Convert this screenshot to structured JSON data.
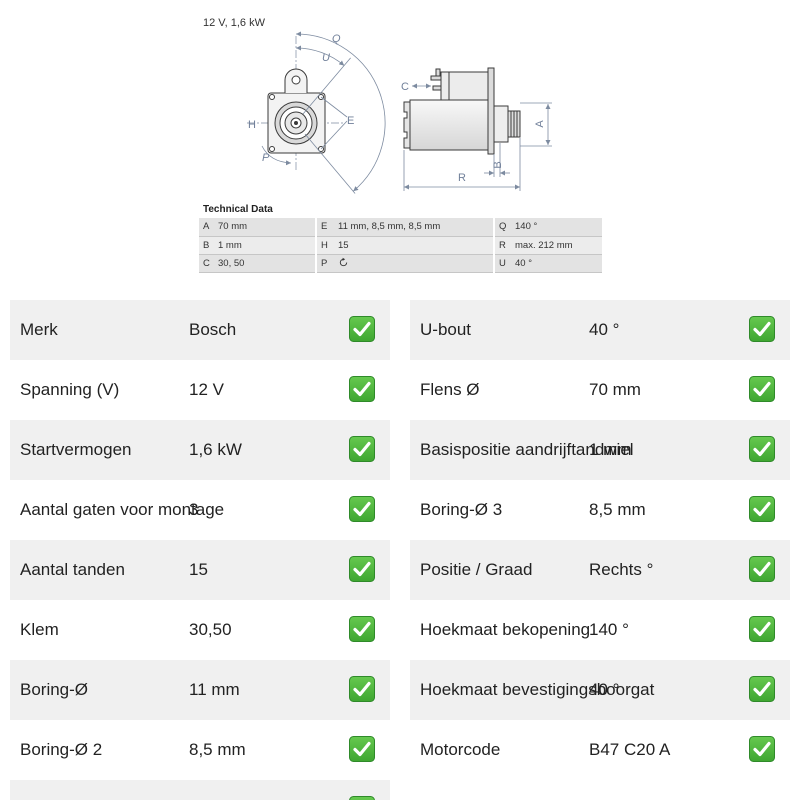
{
  "drawing": {
    "caption": "12 V, 1,6 kW",
    "labels": [
      "Q",
      "U",
      "H",
      "E",
      "P",
      "C",
      "A",
      "B",
      "R"
    ]
  },
  "tech_table": {
    "title": "Technical Data",
    "rows": [
      [
        {
          "k": "A",
          "v": "70 mm"
        },
        {
          "k": "E",
          "v": "11 mm, 8,5 mm, 8,5 mm"
        },
        {
          "k": "Q",
          "v": "140 °"
        }
      ],
      [
        {
          "k": "B",
          "v": "1 mm"
        },
        {
          "k": "H",
          "v": "15"
        },
        {
          "k": "R",
          "v": "max. 212 mm"
        }
      ],
      [
        {
          "k": "C",
          "v": "30, 50"
        },
        {
          "k": "P",
          "icon": "clockwise-rotation-icon"
        },
        {
          "k": "U",
          "v": "40 °"
        }
      ]
    ]
  },
  "specs": {
    "left": [
      {
        "label": "Merk",
        "value": "Bosch",
        "icon": "check-icon"
      },
      {
        "label": "Spanning (V)",
        "value": "12 V",
        "icon": "check-icon"
      },
      {
        "label": "Startvermogen",
        "value": "1,6 kW",
        "icon": "check-icon"
      },
      {
        "label": "Aantal gaten voor montage",
        "value": "3",
        "icon": "check-icon"
      },
      {
        "label": "Aantal tanden",
        "value": "15",
        "icon": "check-icon"
      },
      {
        "label": "Klem",
        "value": "30,50",
        "icon": "check-icon"
      },
      {
        "label": "Boring-Ø",
        "value": "11 mm",
        "icon": "check-icon"
      },
      {
        "label": "Boring-Ø 2",
        "value": "8,5 mm",
        "icon": "check-icon"
      },
      {
        "icon": "check-icon"
      }
    ],
    "right": [
      {
        "label": "U-bout",
        "value": "40 °",
        "icon": "check-icon"
      },
      {
        "label": "Flens Ø",
        "value": "70 mm",
        "icon": "check-icon"
      },
      {
        "label": "Basispositie aandrijftandwiel",
        "value": "1 mm",
        "icon": "check-icon"
      },
      {
        "label": "Boring-Ø 3",
        "value": "8,5 mm",
        "icon": "check-icon"
      },
      {
        "label": "Positie / Graad",
        "value": "Rechts °",
        "icon": "check-icon"
      },
      {
        "label": "Hoekmaat bekopening",
        "value": "140 °",
        "icon": "check-icon"
      },
      {
        "label": "Hoekmaat bevestigingsboorgat",
        "value": "40 °",
        "icon": "check-icon"
      },
      {
        "label": "Motorcode",
        "value": "B47 C20 A",
        "icon": "check-icon"
      }
    ]
  },
  "colors": {
    "row_shade": "#f0f0f0",
    "check_green": "#4cb33e",
    "dimension_lines": "#7d8ba0",
    "table_row": "#e3e3e3"
  }
}
